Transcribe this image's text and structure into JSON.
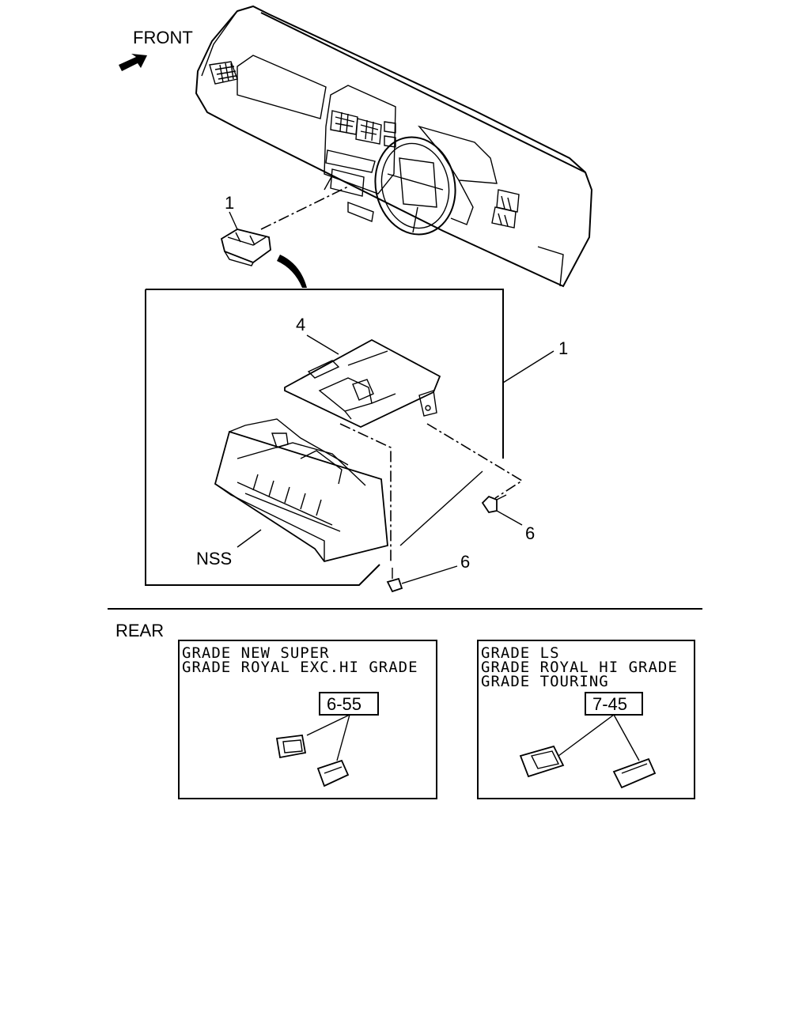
{
  "labels": {
    "front": "FRONT",
    "rear": "REAR",
    "callout_1_top": "1",
    "callout_1_side": "1",
    "callout_4": "4",
    "callout_nss": "NSS",
    "callout_6_right": "6",
    "callout_6_bottom": "6"
  },
  "grade_boxes": [
    {
      "lines": [
        "GRADE NEW SUPER",
        "GRADE ROYAL EXC.HI GRADE"
      ],
      "ref": "6-55"
    },
    {
      "lines": [
        "GRADE LS",
        "GRADE ROYAL HI GRADE",
        "GRADE TOURING"
      ],
      "ref": "7-45"
    }
  ],
  "icons": [
    "front-arrow-icon",
    "dashboard-icon",
    "glove-box-icon",
    "screw-icon",
    "bracket-icon"
  ]
}
